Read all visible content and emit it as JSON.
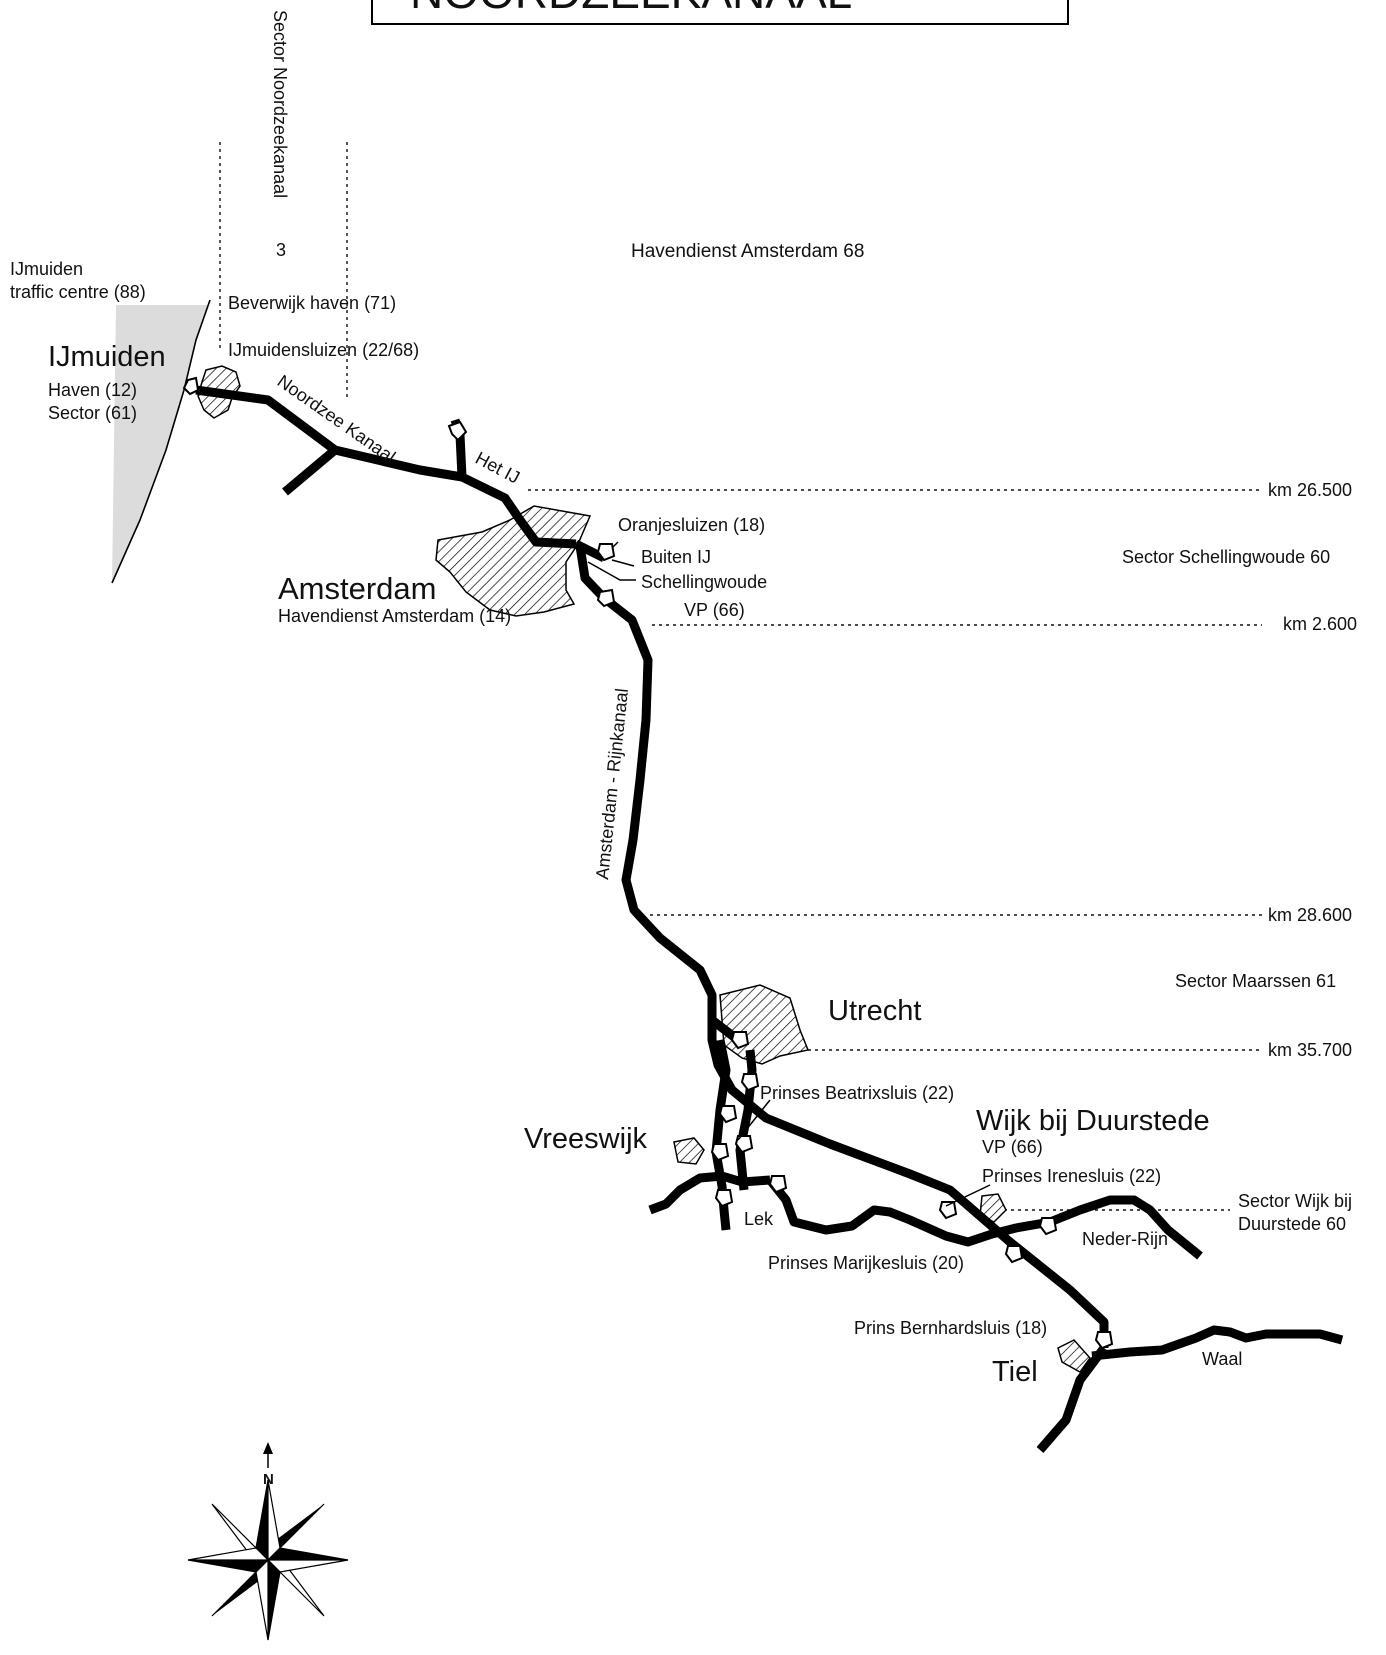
{
  "title_box": {
    "text": "NOORDZEEKANAAL"
  },
  "sectors": {
    "noordzeekanaal": "Sector Noordzeekanaal",
    "noordzeekanaal_channel": "3",
    "havendienst_68": "Havendienst Amsterdam 68",
    "schellingwoude": "Sector Schellingwoude 60",
    "maarssen": "Sector Maarssen 61",
    "wijk_line1": "Sector Wijk bij",
    "wijk_line2": "Duurstede  60"
  },
  "km_markers": [
    "km 26.500",
    "km 2.600",
    "km 28.600",
    "km 35.700"
  ],
  "labels": {
    "ijmuiden_tc_1": "IJmuiden",
    "ijmuiden_tc_2": "traffic centre (88)",
    "beverwijk": "Beverwijk haven (71)",
    "ijmuidensluizen": "IJmuidensluizen (22/68)",
    "ijmuiden": "IJmuiden",
    "haven": "Haven (12)",
    "sector61": "Sector (61)",
    "noordzee_kanaal": "Noordzee Kanaal",
    "het_ij": "Het IJ",
    "oranjesluizen": "Oranjesluizen (18)",
    "buiten_ij": "Buiten IJ",
    "schellingwoude": "Schellingwoude",
    "vp66_a": "VP (66)",
    "amsterdam": "Amsterdam",
    "havendienst_14": "Havendienst Amsterdam (14)",
    "ark": "Amsterdam - Rijnkanaal",
    "utrecht": "Utrecht",
    "beatrixsluis": "Prinses Beatrixsluis (22)",
    "vreeswijk": "Vreeswijk",
    "wijk": "Wijk bij Duurstede",
    "vp66_b": "VP (66)",
    "irenesluis": "Prinses Irenesluis (22)",
    "lek": "Lek",
    "neder_rijn": "Neder-Rijn",
    "marijkesluis": "Prinses Marijkesluis (20)",
    "bernhardsluis": "Prins Bernhardsluis (18)",
    "tiel": "Tiel",
    "waal": "Waal",
    "north": "N"
  }
}
